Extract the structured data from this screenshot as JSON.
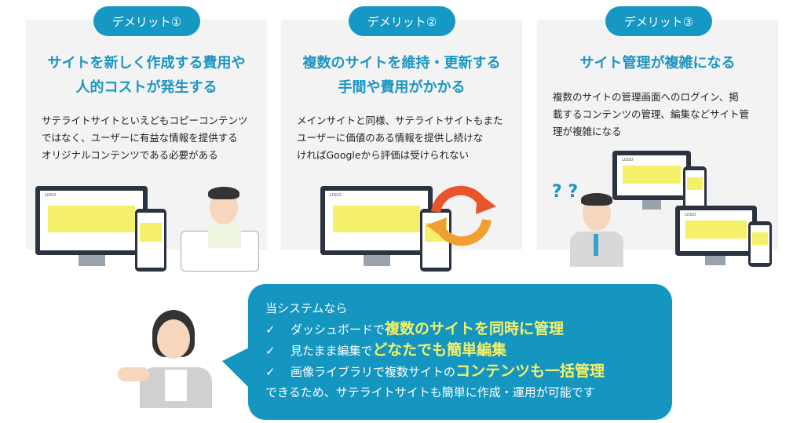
{
  "cards": [
    {
      "badge": "デメリット①",
      "title": [
        "サイトを新しく作成する費用や",
        "人的コストが発生する"
      ],
      "body": [
        "サテライトサイトといえどもコピーコンテンツ",
        "ではなく、ユーザーに有益な情報を提供する",
        "オリジナルコンテンツである必要がある"
      ]
    },
    {
      "badge": "デメリット②",
      "title": [
        "複数のサイトを維持・更新する",
        "手間や費用がかかる"
      ],
      "body": [
        "メインサイトと同様、サテライトサイトもまた",
        "ユーザーに価値のある情報を提供し続けな",
        "ければGoogleから評価は受けられない"
      ]
    },
    {
      "badge": "デメリット③",
      "title": [
        "サイト管理が複雑になる"
      ],
      "body": [
        "複数のサイトの管理画面へのログイン、掲",
        "載するコンテンツの管理、編集などサイト管",
        "理が複雑になる"
      ]
    }
  ],
  "mock_logo": "LOGO",
  "question_marks": "? ?",
  "bubble": {
    "intro": "当システムなら",
    "check": "✓",
    "items": [
      {
        "plain": "ダッシュボードで",
        "highlight": "複数のサイトを同時に管理"
      },
      {
        "plain": "見たまま編集で",
        "highlight": "どなたでも簡単編集"
      },
      {
        "plain": "画像ライブラリで複数サイトの",
        "highlight": "コンテンツも一括管理"
      }
    ],
    "outro": "できるため、サテライトサイトも簡単に作成・運用が可能です"
  },
  "colors": {
    "accent": "#1598c3",
    "highlight": "#f5f06a",
    "card_bg": "#f3f3f3"
  }
}
